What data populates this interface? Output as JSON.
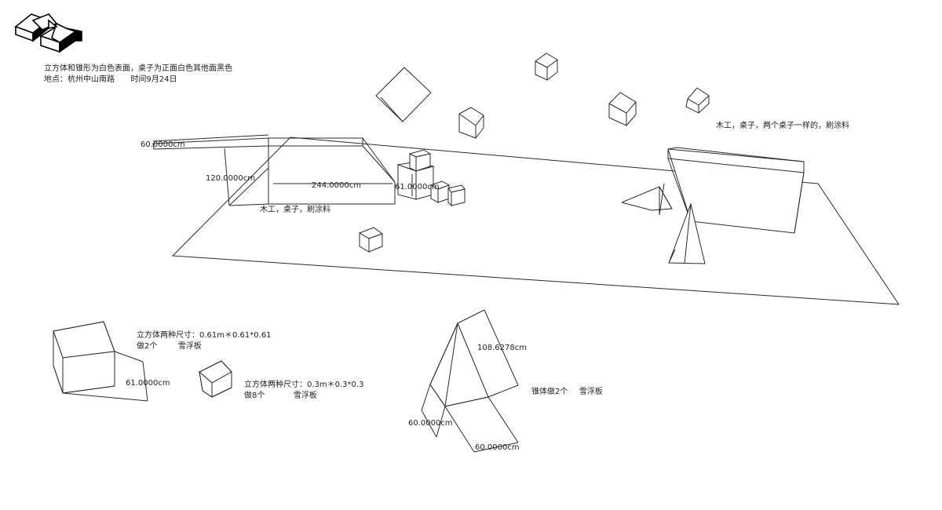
{
  "notes": {
    "surface": "立方体和锥形为白色表面，桌子为正面白色其他面黑色",
    "location": "地点：杭州中山南路",
    "time": "时间9月24日",
    "table_left": "木工，桌子，刷涂料",
    "table_right": "木工，桌子，两个桌子一样的，刷涂料",
    "cube_large_size": "立方体两种尺寸：0.61m＊0.61*0.61",
    "cube_large_count": "做2个",
    "cube_large_material": "雪浮板",
    "cube_small_size": "立方体两种尺寸：0.3m＊0.3*0.3",
    "cube_small_count": "做8个",
    "cube_small_material": "雪浮板",
    "cone_count": "锥体做2个",
    "cone_material": "雪浮板"
  },
  "dimensions": {
    "table_depth": "60.0000cm",
    "table_height": "120.0000cm",
    "table_length": "244.0000cm",
    "cube_stack": "61.0000cm",
    "cube_large_edge": "61.0000cm",
    "cone_height": "108.6278cm",
    "cone_base_a": "60.0000cm",
    "cone_base_b": "60.0000cm"
  },
  "icons": {
    "logo": "stacked-cubes-logo-icon"
  }
}
